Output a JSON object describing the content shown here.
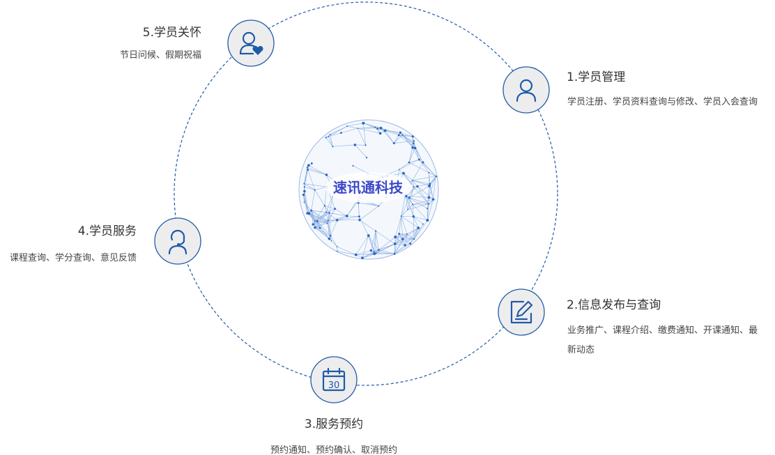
{
  "center": {
    "label": "速讯通科技"
  },
  "nodes": [
    {
      "id": "student-management",
      "icon": "user-icon",
      "title": "1.学员管理",
      "desc": [
        "学员注册、学员资料查询与修改、学员入会查询"
      ]
    },
    {
      "id": "info-publish",
      "icon": "edit-document-icon",
      "title": "2.信息发布与查询",
      "desc": [
        "业务推广、课程介绍、缴费通知、开课通知、最",
        "新动态"
      ]
    },
    {
      "id": "service-booking",
      "icon": "calendar-icon",
      "calendar_day": "30",
      "title": "3.服务预约",
      "desc": [
        "预约通知、预约确认、取消预约"
      ]
    },
    {
      "id": "student-service",
      "icon": "headset-user-icon",
      "title": "4.学员服务",
      "desc": [
        "课程查询、学分查询、意见反馈"
      ]
    },
    {
      "id": "student-care",
      "icon": "user-heart-icon",
      "title": "5.学员关怀",
      "desc": [
        "节日问候、假期祝福"
      ]
    }
  ],
  "colors": {
    "accent": "#1f5aa8",
    "center_text": "#3b48c9",
    "icon_fill": "#ededee",
    "network": "#2a66c4"
  }
}
